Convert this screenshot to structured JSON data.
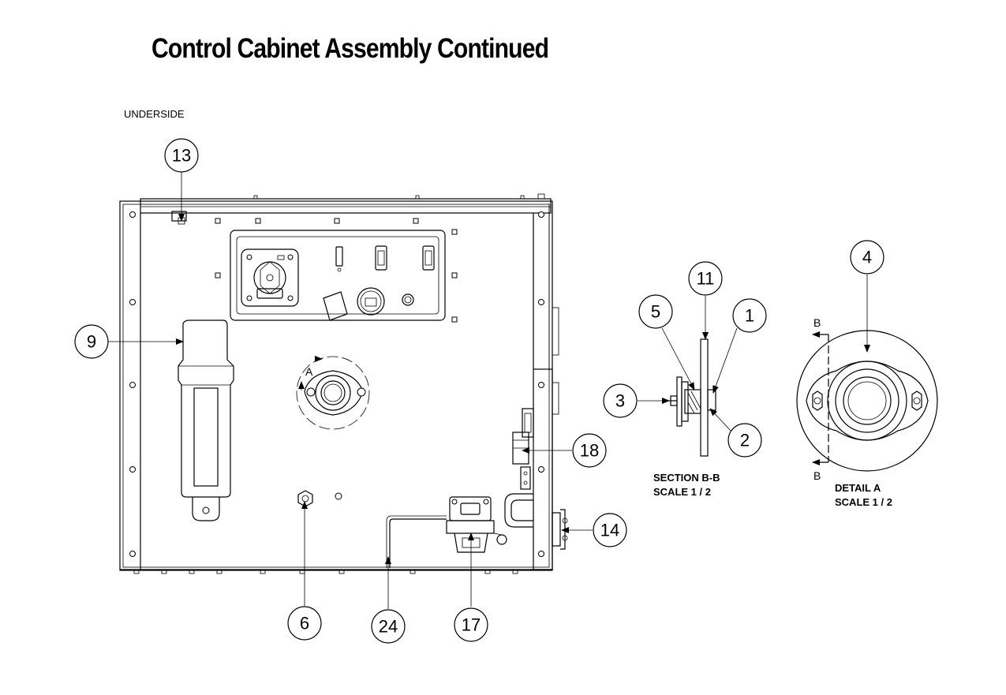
{
  "title": "Control Cabinet Assembly Continued",
  "view_label": "UNDERSIDE",
  "callouts": [
    "13",
    "9",
    "6",
    "24",
    "17",
    "18",
    "14",
    "11",
    "5",
    "1",
    "3",
    "2",
    "4"
  ],
  "section": {
    "caption_line1": "SECTION B-B",
    "caption_line2": "SCALE 1 / 2"
  },
  "detail": {
    "caption_line1": "DETAIL  A",
    "caption_line2": "SCALE 1 / 2",
    "section_mark_top": "B",
    "section_mark_bottom": "B"
  },
  "view_marker": "A"
}
